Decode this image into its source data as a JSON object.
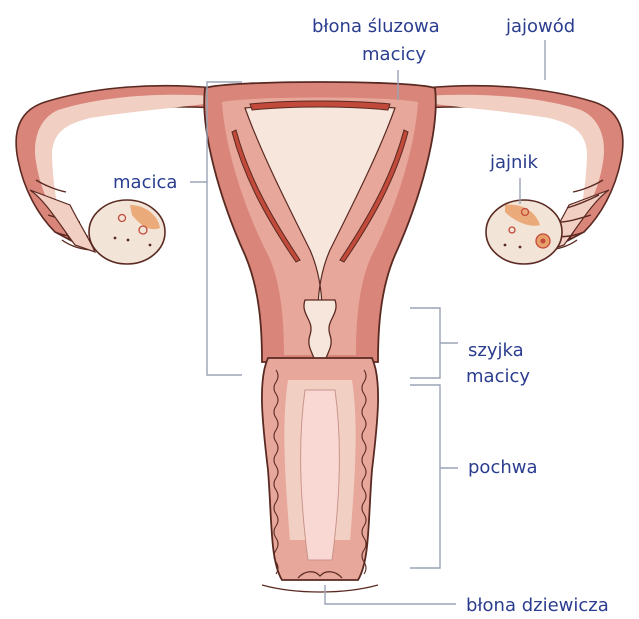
{
  "labels": {
    "endometrium_line1": "błona śluzowa",
    "endometrium_line2": "macicy",
    "fallopian_tube": "jajowód",
    "uterus": "macica",
    "ovary": "jajnik",
    "cervix_line1": "szyjka",
    "cervix_line2": "macicy",
    "vagina": "pochwa",
    "hymen": "błona dziewicza"
  },
  "colors": {
    "label_text": "#2b3d8f",
    "leader_line": "#9aa3b5",
    "outline": "#5a2a22",
    "muscle": "#d9857a",
    "muscle_light": "#e8a79b",
    "tube_inner": "#f2cfc3",
    "cavity": "#f6e6dc",
    "endometrium": "#c24a3a",
    "ovary_fill": "#f3e4d8",
    "ovary_spot": "#e8a06a",
    "vagina_inner": "#f9d8d4"
  }
}
